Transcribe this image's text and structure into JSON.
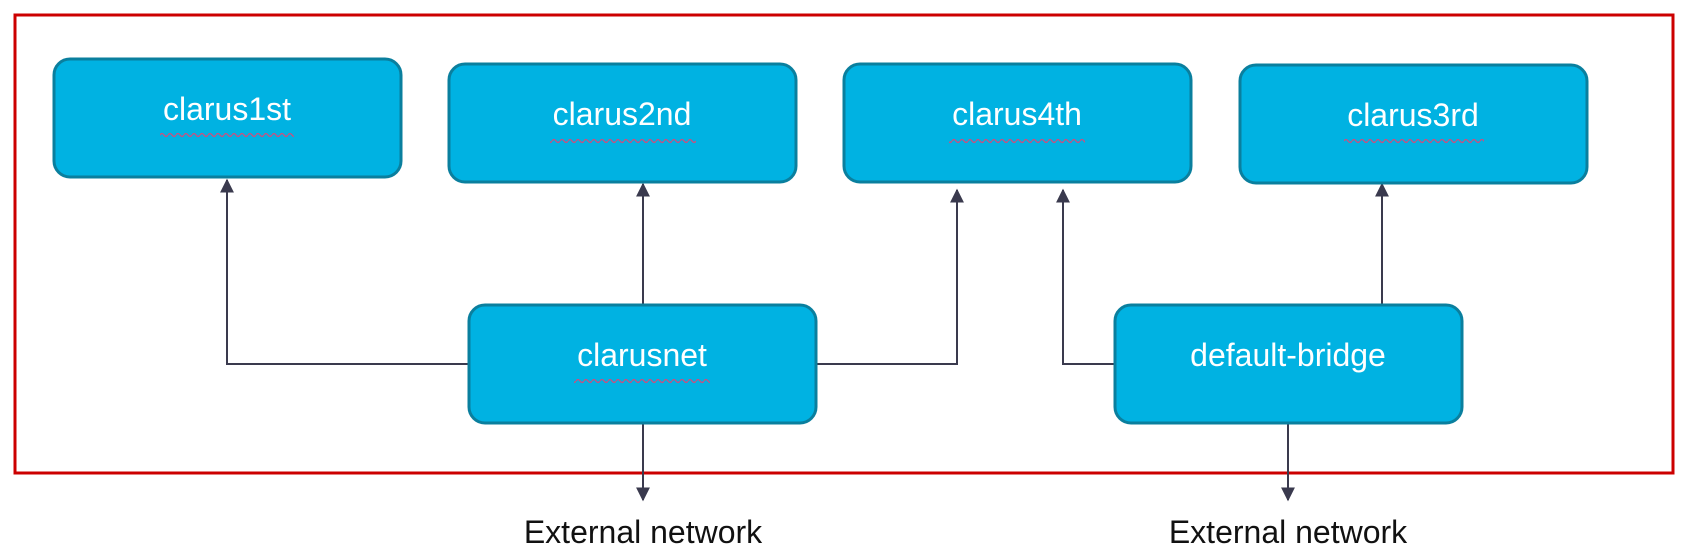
{
  "nodes": {
    "clarus1st": "clarus1st",
    "clarus2nd": "clarus2nd",
    "clarus4th": "clarus4th",
    "clarus3rd": "clarus3rd",
    "clarusnet": "clarusnet",
    "default_bridge": "default-bridge"
  },
  "external": {
    "left": "External network",
    "right": "External network"
  },
  "colors": {
    "node_fill": "#00b2e2",
    "node_border": "#0a7f9e",
    "boundary": "#cc0000",
    "edge": "#3a3a4e"
  }
}
